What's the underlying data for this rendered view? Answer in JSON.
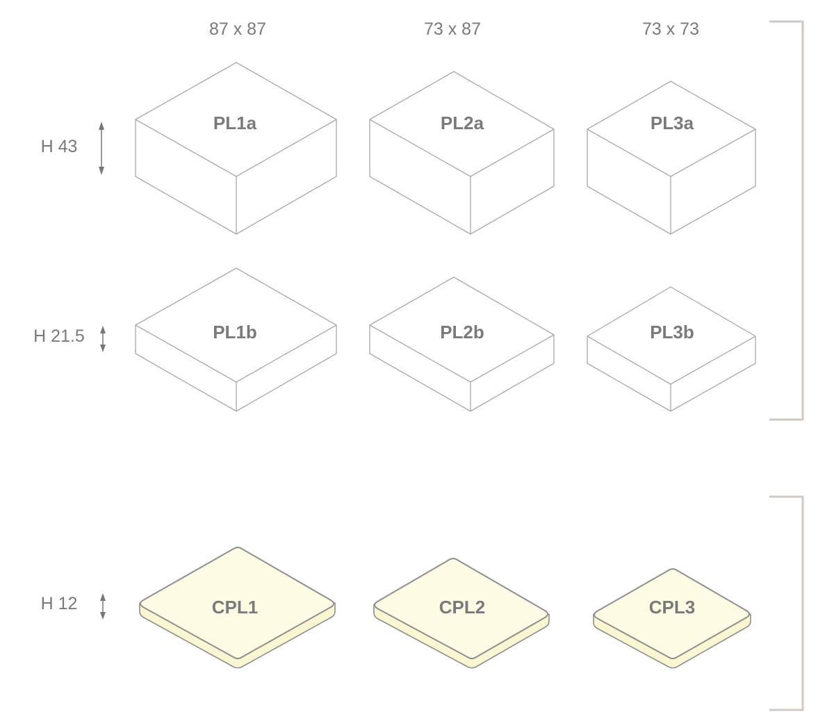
{
  "column_sizes": [
    "87 x 87",
    "73 x 87",
    "73 x 73"
  ],
  "height_labels": {
    "a": "H 43",
    "b": "H 21.5",
    "c": "H 12"
  },
  "row_a_labels": [
    "PL1a",
    "PL2a",
    "PL3a"
  ],
  "row_b_labels": [
    "PL1b",
    "PL2b",
    "PL3b"
  ],
  "row_c_labels": [
    "CPL1",
    "CPL2",
    "CPL3"
  ],
  "colors": {
    "outline": "#a9a9a9",
    "text": "#7a7a7a",
    "pad_fill": "#fdfbe3",
    "bracket": "#cfc8c3"
  }
}
